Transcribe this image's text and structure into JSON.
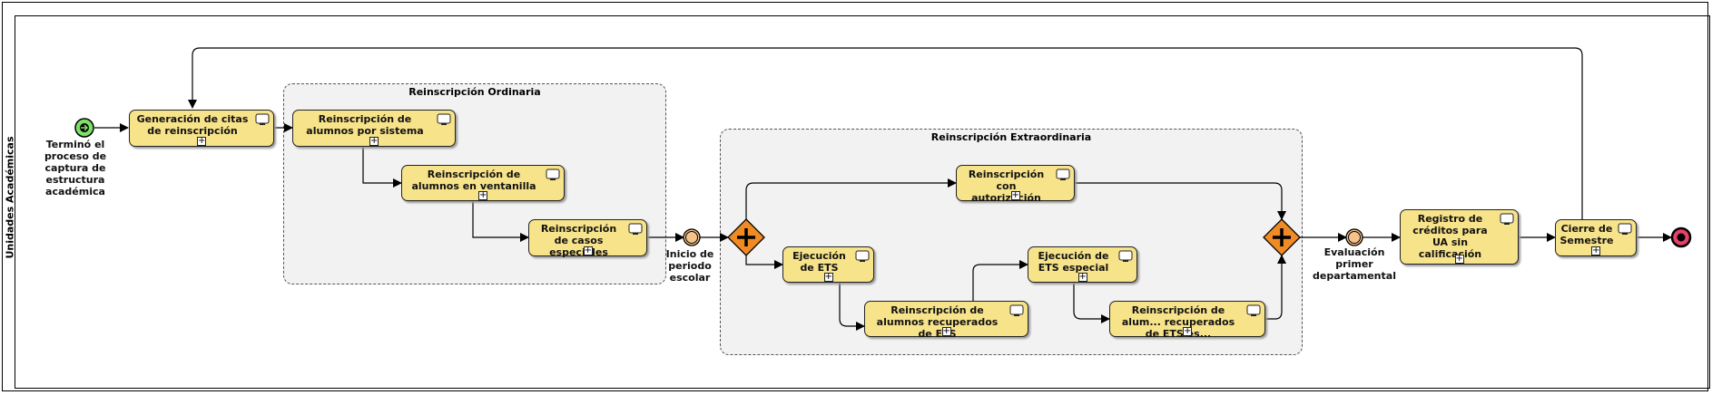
{
  "lane": {
    "label": "Unidades Académicas"
  },
  "subprocesses": {
    "ordinaria": {
      "title": "Reinscripción Ordinaria"
    },
    "extraordinaria": {
      "title": "Reinscripción Extraordinaria"
    }
  },
  "events": {
    "start": {
      "label": "Terminó el proceso de captura de estructura académica",
      "color": "#7ee06a"
    },
    "inicio_periodo": {
      "label": "Inicio de periodo escolar",
      "color": "#f5c28c"
    },
    "evaluacion": {
      "label": "Evaluación primer departamental",
      "color": "#f5c28c"
    },
    "end": {
      "color": "#e8406a"
    }
  },
  "tasks": {
    "generacion": {
      "label": "Generación de citas de reinscripción"
    },
    "por_sistema": {
      "label": "Reinscripción de alumnos por sistema"
    },
    "ventanilla": {
      "label": "Reinscripción de alumnos en ventanilla"
    },
    "especiales": {
      "label": "Reinscripción de casos especiales"
    },
    "autorizacion": {
      "label": "Reinscripción con autorización"
    },
    "ejecucion_ets": {
      "label": "Ejecución de ETS"
    },
    "recuperados_ets": {
      "label": "Reinscripción de alumnos recuperados de ETS"
    },
    "ejecucion_especial": {
      "label": "Ejecución de ETS especial"
    },
    "recuperados_especial": {
      "label": "Reinscripción de alum... recuperados de ETS es..."
    },
    "registro": {
      "label": "Registro de créditos para UA sin calificación"
    },
    "cierre": {
      "label": "Cierre de Semestre"
    }
  },
  "gateways": {
    "split": {
      "type": "parallel",
      "color": "#f08a24"
    },
    "join": {
      "type": "parallel",
      "color": "#f08a24"
    }
  },
  "colors": {
    "task_fill": "#f7e38a",
    "subprocess_fill": "#f2f2f2"
  },
  "icons": {
    "task_type": "user-task-monitor-icon",
    "collapsed": "expand-plus-icon"
  }
}
